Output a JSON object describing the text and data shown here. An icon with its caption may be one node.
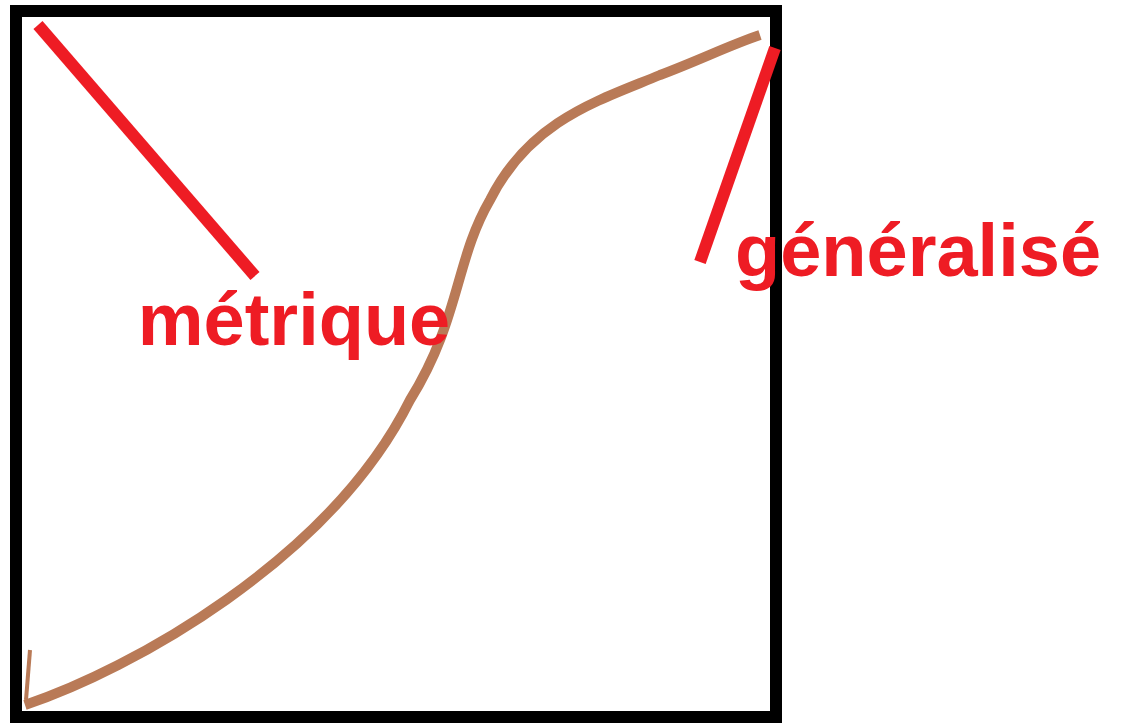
{
  "diagram": {
    "nodes": [
      {
        "text": [],
        "shape": "box"
      },
      {
        "text": [
          "métrique"
        ],
        "in": 0
      },
      {
        "text": [
          "généralisé"
        ]
      }
    ],
    "edges": [
      {
        "from": 1,
        "to": null,
        "arrow": "none"
      },
      {
        "from": 2,
        "to": 0,
        "arrow": "none"
      }
    ]
  }
}
